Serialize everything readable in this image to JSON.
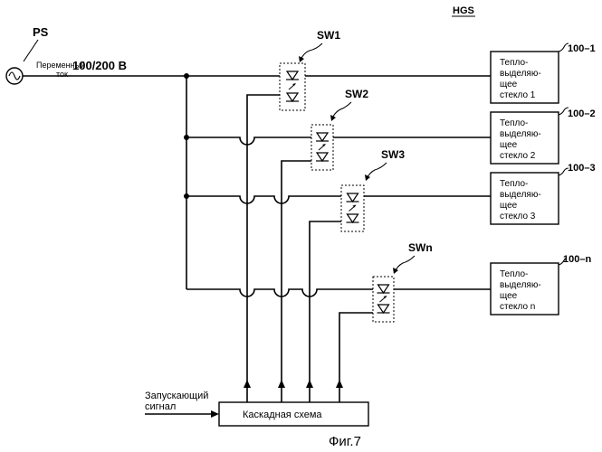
{
  "header": {
    "label": "HGS"
  },
  "source": {
    "ref": "PS",
    "type_line1": "Переменный",
    "type_line2": "ток",
    "voltage": "100/200 В"
  },
  "switches": [
    {
      "label": "SW1"
    },
    {
      "label": "SW2"
    },
    {
      "label": "SW3"
    },
    {
      "label": "SWn"
    }
  ],
  "glasses": [
    {
      "ref": "100–1",
      "lines": [
        "Тепло-",
        "выделяю-",
        "щее",
        "стекло 1"
      ]
    },
    {
      "ref": "100–2",
      "lines": [
        "Тепло-",
        "выделяю-",
        "щее",
        "стекло 2"
      ]
    },
    {
      "ref": "100–3",
      "lines": [
        "Тепло-",
        "выделяю-",
        "щее",
        "стекло 3"
      ]
    },
    {
      "ref": "100–n",
      "lines": [
        "Тепло-",
        "выделяю-",
        "щее",
        "стекло n"
      ]
    }
  ],
  "trigger": {
    "line1": "Запускающий",
    "line2": "сигнал"
  },
  "cascade": {
    "label": "Каскадная схема"
  },
  "caption": "Фиг.7"
}
